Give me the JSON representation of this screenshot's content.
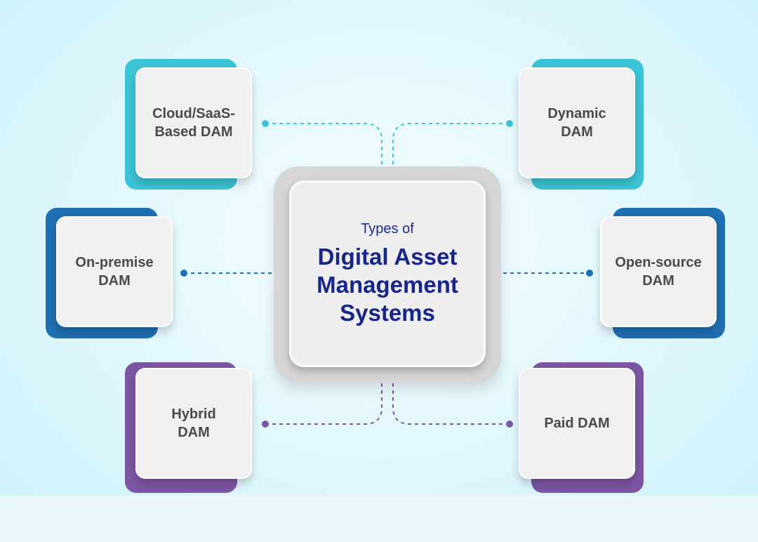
{
  "colors": {
    "teal": "#3cc4d6",
    "blue": "#1f6fb3",
    "purple": "#7d56a3",
    "center_text": "#18258a",
    "node_text": "#4a4a4a"
  },
  "center": {
    "subtitle": "Types of",
    "title": "Digital Asset\nManagement\nSystems"
  },
  "nodes": [
    {
      "id": "cloud",
      "label": "Cloud/SaaS-\nBased DAM",
      "color": "teal"
    },
    {
      "id": "dynamic",
      "label": "Dynamic\nDAM",
      "color": "teal"
    },
    {
      "id": "on-premise",
      "label": "On-premise\nDAM",
      "color": "blue"
    },
    {
      "id": "open-source",
      "label": "Open-source\nDAM",
      "color": "blue"
    },
    {
      "id": "hybrid",
      "label": "Hybrid\nDAM",
      "color": "purple"
    },
    {
      "id": "paid",
      "label": "Paid DAM",
      "color": "purple"
    }
  ]
}
